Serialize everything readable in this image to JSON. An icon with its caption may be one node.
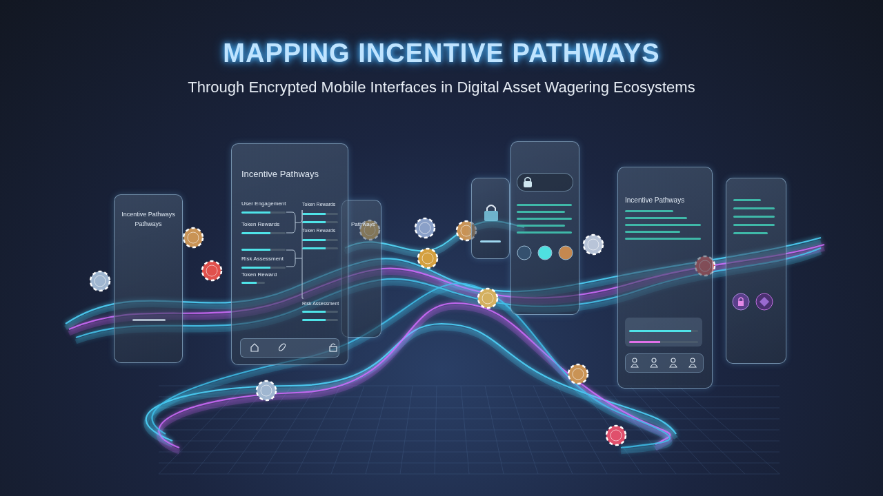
{
  "diagram": {
    "title": "MAPPING INCENTIVE PATHWAYS",
    "nodes": [
      {
        "text": [
          "Incentive Pathways Pathways"
        ]
      },
      {
        "text": [
          "Incentive Pathways",
          "User Engagement",
          "Token Rewards",
          "Risk Assessment",
          "Token Reward",
          "Token Rewards",
          "Token Rewards",
          "Risk Assessment"
        ]
      },
      {
        "text": [
          "Pathways"
        ]
      },
      {
        "text": [],
        "shape": "box"
      },
      {
        "text": [],
        "shape": "box"
      },
      {
        "text": [
          "Incentive Pathways"
        ]
      },
      {
        "text": [],
        "shape": "box"
      }
    ],
    "labels": [
      "Through Encrypted Mobile Interfaces in Digital Asset Wagering Ecosystems"
    ]
  }
}
